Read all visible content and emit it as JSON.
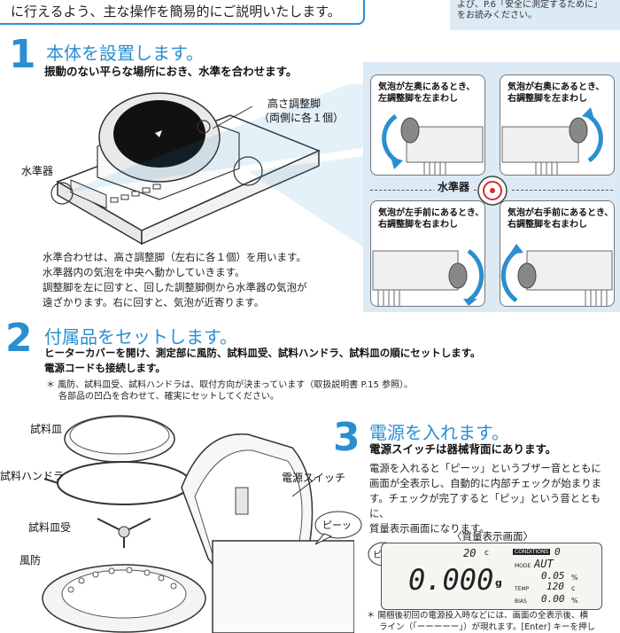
{
  "intro_text": "に行えるよう、主な操作を簡易的にご説明いたします。",
  "top_note": {
    "line1": "よび、P.6「安全に測定するために」",
    "line2": "をお読みください。"
  },
  "step1": {
    "number": "1",
    "title": "本体を設置します。",
    "subtitle": "振動のない平らな場所におき、水準を合わせます。",
    "label_leg": "高さ調整脚",
    "label_leg_note": "（両側に各１個）",
    "label_level": "水準器",
    "body_lines": [
      "水準合わせは、高さ調整脚（左右に各１個）を用います。",
      "水準器内の気泡を中央へ動かしていきます。",
      "調整脚を左に回すと、回した調整脚側から水準器の気泡が",
      "遠ざかります。右に回すと、気泡が近寄ります。"
    ]
  },
  "level_panel": {
    "center_label": "水準器",
    "tl": {
      "line1": "気泡が左奥にあるとき、",
      "line2": "左調整脚を左まわし"
    },
    "tr": {
      "line1": "気泡が右奥にあるとき、",
      "line2": "右調整脚を左まわし"
    },
    "bl": {
      "line1": "気泡が左手前にあるとき、",
      "line2": "右調整脚を右まわし"
    },
    "br": {
      "line1": "気泡が右手前にあるとき、",
      "line2": "右調整脚を右まわし"
    }
  },
  "step2": {
    "number": "2",
    "title": "付属品をセットします。",
    "subtitle_line1": "ヒーターカバーを開け、測定部に風防、試料皿受、試料ハンドラ、試料皿の順にセットします。",
    "subtitle_line2": "電源コードも接続します。",
    "note_line1": "＊ 風防、試料皿受、試料ハンドラは、取付方向が決まっています（取扱説明書 P.15 参照）。",
    "note_line2": "各部品の凹凸を合わせて、確実にセットしてください。",
    "parts": [
      "試料皿",
      "試料ハンドラ",
      "試料皿受",
      "風防"
    ],
    "power_switch_label": "電源スイッチ"
  },
  "step3": {
    "number": "3",
    "title": "電源を入れます。",
    "subtitle": "電源スイッチは器械背面にあります。",
    "body_lines": [
      "電源を入れると「ピーッ」というブザー音とともに",
      "画面が全表示し、自動的に内部チェックが始まりま",
      "す。チェックが完了すると「ピッ」という音とともに、",
      "質量表示画面になります。"
    ],
    "bubble_long": "ピーッ",
    "bubble_short": "ピッ",
    "display_title": "〈質量表示画面〉",
    "lcd": {
      "top_value": "20",
      "top_unit": "c",
      "main_value": "0.000",
      "main_unit": "g",
      "conditions_label": "CONDITIONS",
      "conditions_value": "0",
      "mode_label": "MODE",
      "mode_value": "AUT",
      "rate_value": "0.05",
      "rate_unit": "%",
      "temp_label": "TEMP",
      "temp_value": "120",
      "temp_unit": "c",
      "bias_label": "BIAS",
      "bias_value": "0.00",
      "bias_unit": "%"
    },
    "footnote_line1": "＊ 開梱後初回の電源投入時などには、画面の全表示後、横",
    "footnote_line2": "ライン（「ーーーーー」）が現れます。[Enter] キーを押し"
  },
  "colors": {
    "accent": "#2a8fd0",
    "panel_bg": "#dceaf5",
    "arrow": "#2a8fd0",
    "target": "#d92b2b"
  }
}
